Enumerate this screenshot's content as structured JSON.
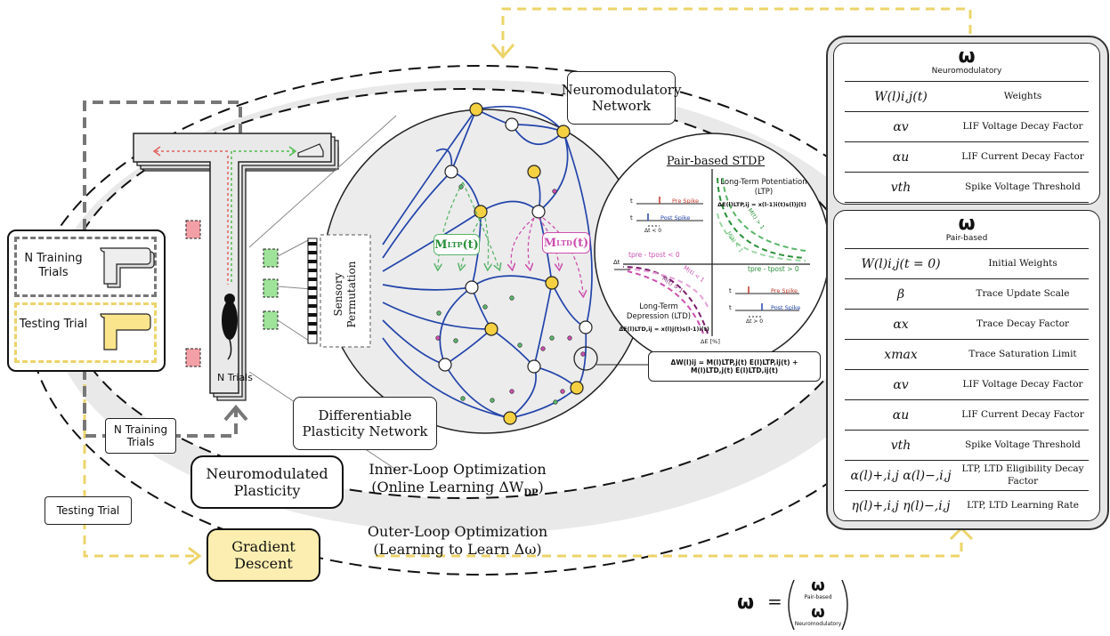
{
  "labels": {
    "neuromodulatory_network": "Neuromodulatory Network",
    "differentiable_plasticity_network": "Differentiable Plasticity Network",
    "sensory_permutation": "Sensory Permutation",
    "n_trials": "N Trials",
    "n_training_trials_box": "N Training Trials",
    "n_training_trials_arrow": "N Training Trials",
    "testing_trial_box": "Testing Trial",
    "testing_trial_arrow": "Testing Trial",
    "neuromodulated_plasticity": "Neuromodulated Plasticity",
    "gradient_descent": "Gradient Descent",
    "inner_loop_title": "Inner-Loop Optimization",
    "inner_loop_sub": "(Online Learning ΔW",
    "inner_loop_sub_subscript": "DP",
    "outer_loop_title": "Outer-Loop Optimization",
    "outer_loop_sub": "(Learning to Learn Δω)",
    "m_ltp": "M",
    "m_ltp_sub": "LTP",
    "m_ltp_arg": "(t)",
    "m_ltd": "M",
    "m_ltd_sub": "LTD",
    "m_ltd_arg": "(t)"
  },
  "stdp": {
    "title": "Pair-based STDP",
    "ltp_label": "Long-Term Potentiation (LTP)",
    "ltd_label": "Long-Term Depression (LTD)",
    "ltp_eq": "ΔE(l)LTP,ij = x(l-1)i(t)s(l)j(t)",
    "ltd_eq": "ΔE(l)LTD,ij = x(l)j(t)s(l-1)i(t)",
    "pre_spike": "Pre Spike",
    "post_spike": "Post Spike",
    "dt_neg": "Δt < 0",
    "dt_pos": "Δt > 0",
    "tpre_tpost_neg": "tpre - tpost < 0",
    "tpre_tpost_pos": "tpre - tpost > 0",
    "axis_dt": "Δt",
    "axis_de": "ΔE [%]",
    "m_gt1": "M(t) > 1",
    "m_lt1": "M(t) < 1",
    "t": "t",
    "update_eq": "ΔW(l)ij = M(l)LTP,j(t) E(l)LTP,ij(t) + M(l)LTD,j(t) E(l)LTD,ij(t)"
  },
  "neuromod_panel": {
    "symbol": "ω",
    "caption": "Neuromodulatory",
    "rows": [
      {
        "sym": "W(l)i,j(t)",
        "desc": "Weights"
      },
      {
        "sym": "αv",
        "desc": "LIF Voltage Decay Factor"
      },
      {
        "sym": "αu",
        "desc": "LIF Current Decay Factor"
      },
      {
        "sym": "vth",
        "desc": "Spike Voltage Threshold"
      }
    ]
  },
  "pair_panel": {
    "symbol": "ω",
    "caption": "Pair-based",
    "rows": [
      {
        "sym": "W(l)i,j(t = 0)",
        "desc": "Initial Weights"
      },
      {
        "sym": "β",
        "desc": "Trace Update Scale"
      },
      {
        "sym": "αx",
        "desc": "Trace Decay Factor"
      },
      {
        "sym": "xmax",
        "desc": "Trace Saturation Limit"
      },
      {
        "sym": "αv",
        "desc": "LIF Voltage Decay Factor"
      },
      {
        "sym": "αu",
        "desc": "LIF Current Decay Factor"
      },
      {
        "sym": "vth",
        "desc": "Spike Voltage Threshold"
      },
      {
        "sym": "α(l)+,i,j   α(l)−,i,j",
        "desc": "LTP, LTD Eligibility Decay Factor"
      },
      {
        "sym": "η(l)+,i,j   η(l)−,i,j",
        "desc": "LTP, LTD Learning Rate"
      }
    ]
  },
  "omega_eq": {
    "lhs": "ω",
    "equals": "=",
    "top": "ω",
    "top_caption": "Pair-based",
    "bottom": "ω",
    "bottom_caption": "Neuromodulatory"
  },
  "colors": {
    "blue": "#2244aa",
    "yellow": "#f5d142",
    "green": "#5ab56a",
    "pink": "#cc4fae",
    "gray": "#e9e9e9",
    "dash_yellow": "#ecd46a"
  }
}
